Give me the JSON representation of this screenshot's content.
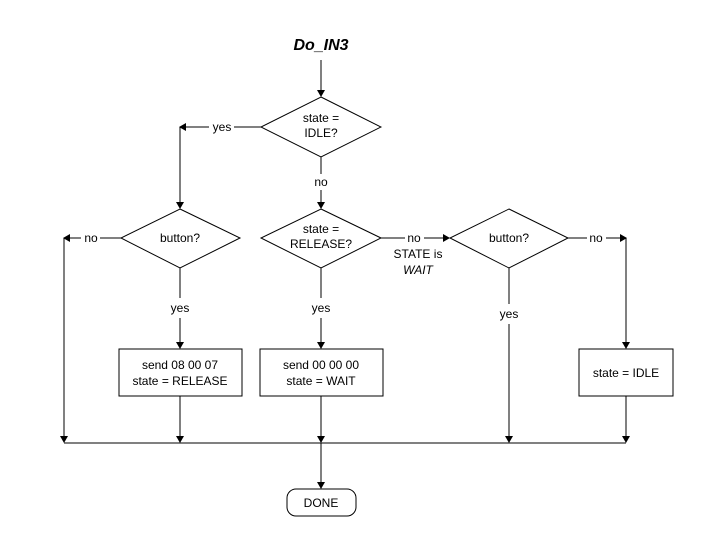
{
  "diagram": {
    "title": "Do_IN3",
    "decisions": {
      "state_idle": [
        "state =",
        "IDLE?"
      ],
      "button_left": "button?",
      "state_release": [
        "state =",
        "RELEASE?"
      ],
      "button_right": "button?"
    },
    "processes": {
      "send_080007": [
        "send 08 00 07",
        "state = RELEASE"
      ],
      "send_000000": [
        "send 00 00 00",
        "state = WAIT"
      ],
      "state_idle_set": "state = IDLE"
    },
    "terminal": "DONE",
    "edge_labels": {
      "yes": "yes",
      "no": "no"
    },
    "note": {
      "line1": "STATE is",
      "line2": "WAIT"
    }
  }
}
